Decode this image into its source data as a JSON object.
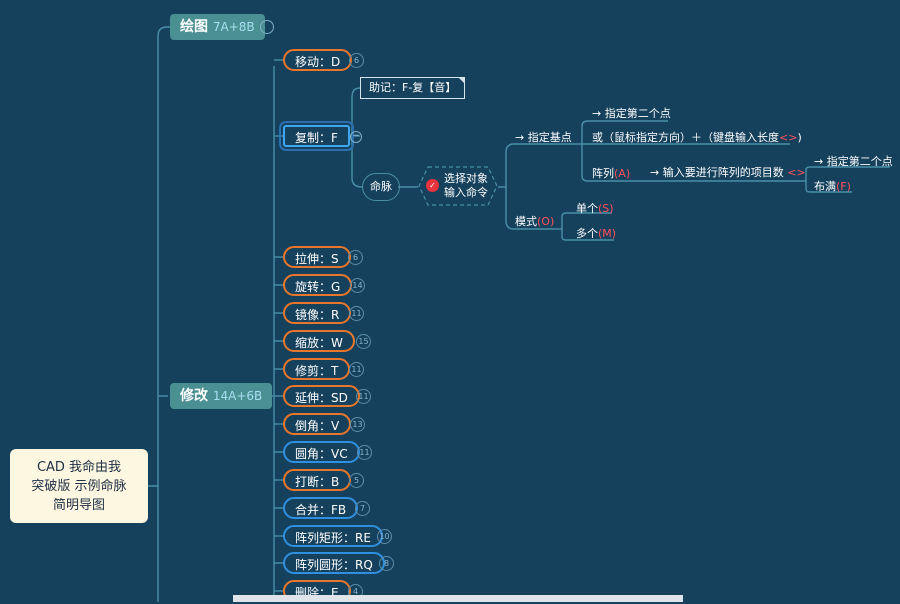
{
  "root": {
    "lines": [
      "CAD 我命由我",
      "突破版 示例命脉",
      "简明导图"
    ]
  },
  "branches": {
    "draw": {
      "label": "绘图",
      "sub": "7A+8B"
    },
    "modify": {
      "label": "修改",
      "sub": "14A+6B"
    }
  },
  "commands": [
    {
      "label": "移动：D",
      "num": "6"
    },
    {
      "label": "复制：F"
    },
    {
      "label": "拉伸：S",
      "num": "6"
    },
    {
      "label": "旋转：G",
      "num": "14"
    },
    {
      "label": "镜像：R",
      "num": "11"
    },
    {
      "label": "缩放：W",
      "num": "15"
    },
    {
      "label": "修剪：T",
      "num": "11"
    },
    {
      "label": "延伸：SD",
      "num": "11"
    },
    {
      "label": "倒角：V",
      "num": "13"
    },
    {
      "label": "圆角：VC",
      "num": "11"
    },
    {
      "label": "打断：B",
      "num": "5"
    },
    {
      "label": "合并：FB",
      "num": "7"
    },
    {
      "label": "阵列矩形：RE",
      "num": "10"
    },
    {
      "label": "阵列圆形：RQ",
      "num": "8"
    },
    {
      "label": "删除：E",
      "num": "4"
    }
  ],
  "copy_detail": {
    "note": "助记：F-复【音】",
    "mingmai": "命脉",
    "select_line1": "选择对象",
    "select_line2": "输入命令",
    "base_point": "→ 指定基点",
    "second_point": "→ 指定第二个点",
    "or_text": "或（鼠标指定方向）＋（键盘输入长度",
    "or_key": "<>",
    "or_close": ")",
    "array_label": "阵列",
    "array_key": "(A)",
    "array_input": "→ 输入要进行阵列的项目数",
    "array_input_key": "<>",
    "array_second": "→ 指定第二个点",
    "fill_label": "布满",
    "fill_key": "(F)",
    "mode_label": "模式",
    "mode_key": "(O)",
    "single_label": "单个",
    "single_key": "(S)",
    "multi_label": "多个",
    "multi_key": "(M)"
  },
  "colors": {
    "background": "#16415d",
    "orange_border": "#e8772b",
    "blue_border": "#2f8fe0",
    "branch_teal": "#4a8f91",
    "red_key": "#ff4f5a"
  }
}
